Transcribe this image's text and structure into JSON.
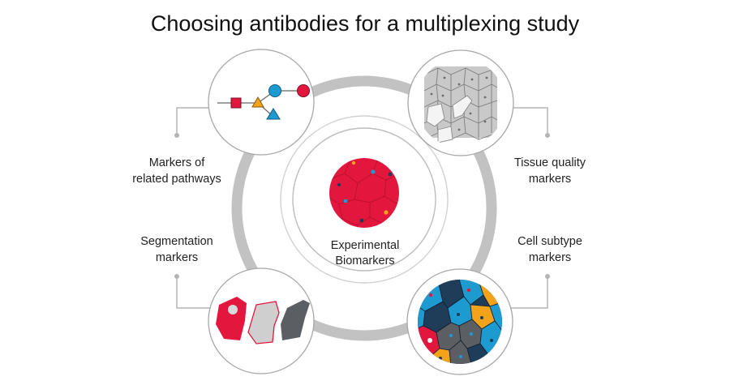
{
  "title": "Choosing antibodies for a multiplexing study",
  "center": {
    "line1": "Experimental",
    "line2": "Biomarkers"
  },
  "labels": {
    "pathways": {
      "line1": "Markers of",
      "line2": "related pathways"
    },
    "tissue": {
      "line1": "Tissue quality",
      "line2": "markers"
    },
    "segmentation": {
      "line1": "Segmentation",
      "line2": "markers"
    },
    "subtype": {
      "line1": "Cell subtype",
      "line2": "markers"
    }
  },
  "colors": {
    "ring": "#c2c2c2",
    "connector": "#b5b5b5",
    "red": "#e3173e",
    "blue": "#1d9bd1",
    "orange": "#f2a319",
    "navy": "#1f3c58",
    "dark_grey": "#5b5e62",
    "light_grey": "#cfcfcf"
  },
  "icons": {
    "pathways": "pathway-network-icon",
    "tissue": "tissue-grid-icon",
    "segmentation": "segmented-cells-icon",
    "subtype": "cell-subtype-mosaic-icon",
    "center": "biomarker-tissue-icon"
  }
}
